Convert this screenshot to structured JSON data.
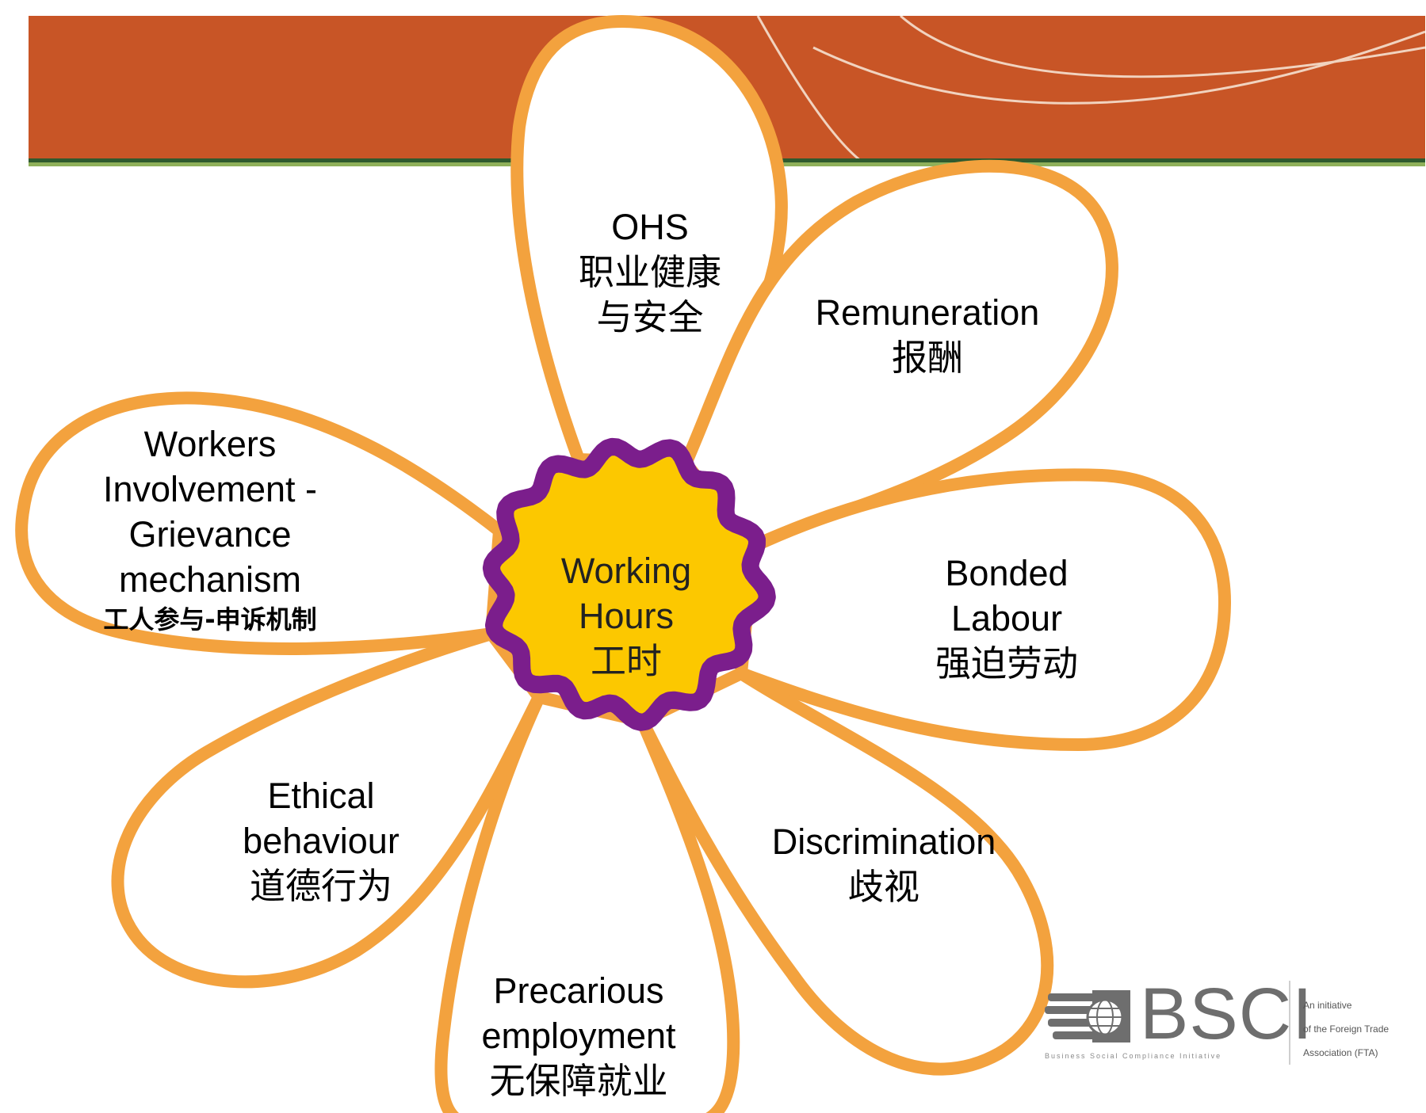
{
  "colors": {
    "banner": "#c85526",
    "banner_stripe_dark": "#2f5a2e",
    "banner_stripe_light": "#8fb05a",
    "petal_outline": "#f3a23e",
    "center_fill": "#fcc800",
    "center_ring": "#7b1e8c",
    "logo_gray": "#6e6e6e"
  },
  "center": {
    "line1": "Working",
    "line2": "Hours",
    "zh": "工时"
  },
  "petals": {
    "ohs": {
      "en": "OHS",
      "zh1": "职业健康",
      "zh2": "与安全"
    },
    "remuneration": {
      "en": "Remuneration",
      "zh": "报酬"
    },
    "bonded": {
      "en1": "Bonded",
      "en2": "Labour",
      "zh": "强迫劳动"
    },
    "discrimination": {
      "en": "Discrimination",
      "zh": "歧视"
    },
    "precarious": {
      "en1": "Precarious",
      "en2": "employment",
      "zh": "无保障就业"
    },
    "ethical": {
      "en1": "Ethical",
      "en2": "behaviour",
      "zh": "道德行为"
    },
    "workers": {
      "en1": "Workers",
      "en2": "Involvement  -",
      "en3": "Grievance",
      "en4": "mechanism",
      "zh": "工人参与-申诉机制"
    }
  },
  "logo": {
    "name": "BSCI",
    "subtitle": "Business Social Compliance Initiative",
    "tag1": "An initiative",
    "tag2": "of the Foreign Trade",
    "tag3": "Association (FTA)",
    "icon": "hand-globe-icon"
  }
}
